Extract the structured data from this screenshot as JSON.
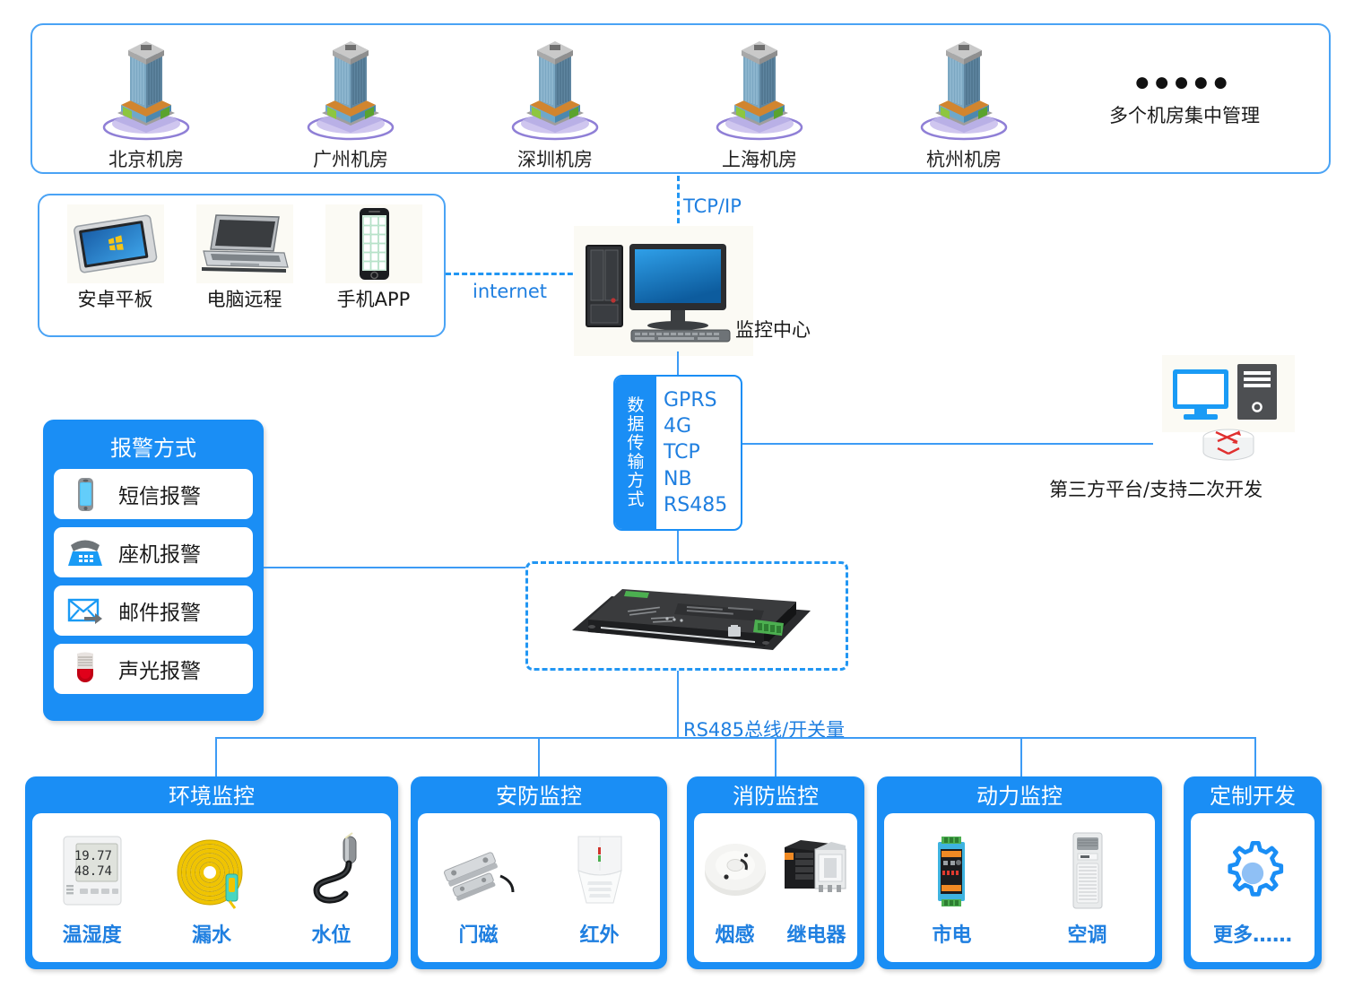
{
  "rooms": {
    "items": [
      {
        "label": "北京机房",
        "icon": "building-icon"
      },
      {
        "label": "广州机房",
        "icon": "building-icon"
      },
      {
        "label": "深圳机房",
        "icon": "building-icon"
      },
      {
        "label": "上海机房",
        "icon": "building-icon"
      },
      {
        "label": "杭州机房",
        "icon": "building-icon"
      }
    ],
    "more_dots": "●●●●●",
    "more_caption": "多个机房集中管理"
  },
  "clients": {
    "items": [
      {
        "label": "安卓平板",
        "icon": "tablet-icon"
      },
      {
        "label": "电脑远程",
        "icon": "laptop-icon"
      },
      {
        "label": "手机APP",
        "icon": "smartphone-icon"
      }
    ]
  },
  "monitoring_center": {
    "label": "监控中心",
    "icon": "desktop-computer-icon"
  },
  "links": {
    "tcp_ip": "TCP/IP",
    "internet": "internet",
    "rs485_bus": "RS485总线/开关量"
  },
  "transmission": {
    "title_chars": [
      "数",
      "据",
      "传",
      "输",
      "方",
      "式"
    ],
    "methods": [
      "GPRS",
      "4G",
      "TCP",
      "NB",
      "RS485"
    ]
  },
  "third_party": {
    "label": "第三方平台/支持二次开发",
    "icon": "server-router-icon"
  },
  "alarm": {
    "title": "报警方式",
    "items": [
      {
        "label": "短信报警",
        "icon": "mobile-phone-icon"
      },
      {
        "label": "座机报警",
        "icon": "landline-phone-icon"
      },
      {
        "label": "邮件报警",
        "icon": "envelope-arrow-icon"
      },
      {
        "label": "声光报警",
        "icon": "sounder-beacon-icon"
      }
    ]
  },
  "controller": {
    "icon": "monitoring-host-device-icon"
  },
  "categories": [
    {
      "title": "环境监控",
      "sensors": [
        {
          "label": "温湿度",
          "icon": "temp-humidity-sensor-icon",
          "display_temp": "19.77",
          "display_humidity": "48.74"
        },
        {
          "label": "漏水",
          "icon": "water-leak-rope-icon"
        },
        {
          "label": "水位",
          "icon": "water-level-probe-icon"
        }
      ]
    },
    {
      "title": "安防监控",
      "sensors": [
        {
          "label": "门磁",
          "icon": "door-contact-icon"
        },
        {
          "label": "红外",
          "icon": "infrared-detector-icon"
        }
      ]
    },
    {
      "title": "消防监控",
      "sensors": [
        {
          "label": "烟感",
          "icon": "smoke-detector-icon"
        },
        {
          "label": "继电器",
          "icon": "relay-icon"
        }
      ]
    },
    {
      "title": "动力监控",
      "sensors": [
        {
          "label": "市电",
          "icon": "mains-power-module-icon"
        },
        {
          "label": "空调",
          "icon": "air-conditioner-icon"
        }
      ]
    },
    {
      "title": "定制开发",
      "sensors": [
        {
          "label": "更多……",
          "icon": "gear-icon"
        }
      ]
    }
  ],
  "colors": {
    "accent_blue": "#1a8ef5",
    "line_blue": "#3d9bf5",
    "text_blue": "#1f7fe0",
    "dash_blue": "#2196f3",
    "panel_border": "#4aa3f5"
  }
}
